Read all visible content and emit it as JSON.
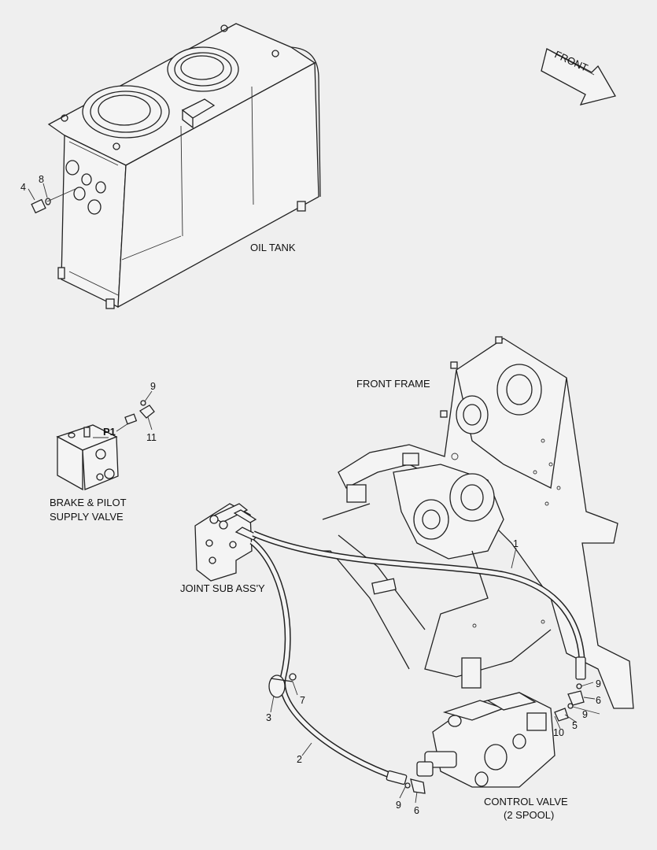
{
  "labels": {
    "oil_tank": "OIL TANK",
    "front_frame": "FRONT FRAME",
    "brake_line1": "BRAKE & PILOT",
    "brake_line2": "SUPPLY VALVE",
    "joint_sub": "JOINT SUB ASS'Y",
    "control_line1": "CONTROL VALVE",
    "control_line2": "(2 SPOOL)",
    "port_p1": "P1",
    "front_arrow": "FRONT"
  },
  "callouts": {
    "c4": "4",
    "c8": "8",
    "c9_top": "9",
    "c11": "11",
    "c1": "1",
    "c7": "7",
    "c3": "3",
    "c2": "2",
    "c9_bottom": "9",
    "c6_bottom": "6",
    "c9_right_a": "9",
    "c6_right": "6",
    "c9_right_b": "9",
    "c5": "5",
    "c10": "10"
  }
}
